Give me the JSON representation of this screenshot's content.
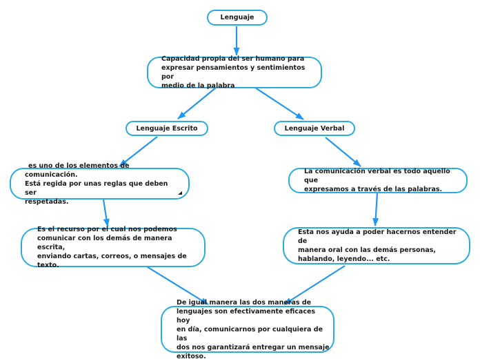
{
  "diagram": {
    "type": "concept-map",
    "colors": {
      "node_border": "#29ABE2",
      "arrow": "#2196F3",
      "text": "#1A1A1A",
      "background": "#FFFFFF"
    },
    "nodes": {
      "lenguaje": {
        "label": "Lenguaje"
      },
      "capacidad": {
        "label": "Capacidad propia del ser humano para\nexpresar pensamientos y sentimientos por\nmedio de la palabra"
      },
      "lenguaje_escrito": {
        "label": "Lenguaje Escrito"
      },
      "lenguaje_verbal": {
        "label": "Lenguaje Verbal"
      },
      "elementos": {
        "label": "es uno de los elementos de comunicación.\nEstá regida por unas reglas que deben ser\nrespetadas.",
        "overflow_indicator": true
      },
      "comunicacion_verbal": {
        "label": "La comunicación verbal es todo aquello que\nexpresamos a través de las palabras."
      },
      "recurso": {
        "label": "Es el recurso por el cual nos podemos\ncomunicar con los demás de manera escrita,\nenviando cartas, correos, o mensajes de\ntexto."
      },
      "entender": {
        "label": "Esta nos ayuda a poder hacernos entender de\nmanera oral con las demás personas,\nhablando, leyendo... etc."
      },
      "conclusion": {
        "label": "De igual manera las dos maneras de\nlenguajes son efectivamente eficaces hoy\nen día, comunicarnos por cualquiera de las\ndos nos garantizará entregar un mensaje\nexitoso."
      }
    },
    "edges": [
      {
        "from": "lenguaje",
        "to": "capacidad"
      },
      {
        "from": "capacidad",
        "to": "lenguaje_escrito"
      },
      {
        "from": "capacidad",
        "to": "lenguaje_verbal"
      },
      {
        "from": "lenguaje_escrito",
        "to": "elementos"
      },
      {
        "from": "lenguaje_verbal",
        "to": "comunicacion_verbal"
      },
      {
        "from": "elementos",
        "to": "recurso"
      },
      {
        "from": "comunicacion_verbal",
        "to": "entender"
      },
      {
        "from": "recurso",
        "to": "conclusion"
      },
      {
        "from": "entender",
        "to": "conclusion"
      }
    ]
  }
}
